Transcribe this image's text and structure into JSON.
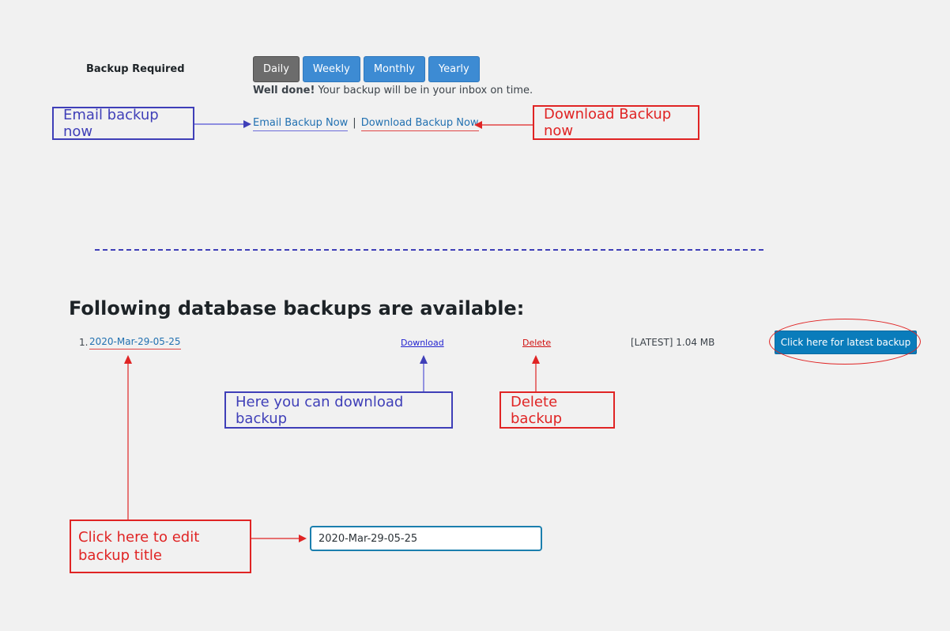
{
  "backup_settings": {
    "label": "Backup Required",
    "frequencies": [
      "Daily",
      "Weekly",
      "Monthly",
      "Yearly"
    ],
    "selected": "Daily",
    "status_strong": "Well done!",
    "status_text": " Your backup will be in your inbox on time.",
    "email_link": "Email Backup Now",
    "separator": "|",
    "download_link": "Download Backup Now"
  },
  "annotations": {
    "email": "Email backup now",
    "download_now": "Download Backup now",
    "download_row": "Here you can download backup",
    "delete": "Delete backup",
    "edit_title": "Click here to edit backup title"
  },
  "backups": {
    "heading": "Following database backups are available:",
    "rows": [
      {
        "number": "1.",
        "title": "2020-Mar-29-05-25",
        "download": "Download",
        "delete": "Delete",
        "meta": "[LATEST] 1.04 MB"
      }
    ],
    "latest_button": "Click here for latest backup"
  },
  "edit": {
    "value": "2020-Mar-29-05-25"
  },
  "colors": {
    "annotation_blue": "#3f3fb8",
    "annotation_red": "#e02424",
    "primary_button": "#3d8bd3",
    "active_button": "#6c6c6c",
    "latest_button": "#0a7cbb",
    "link": "#2271b1"
  }
}
